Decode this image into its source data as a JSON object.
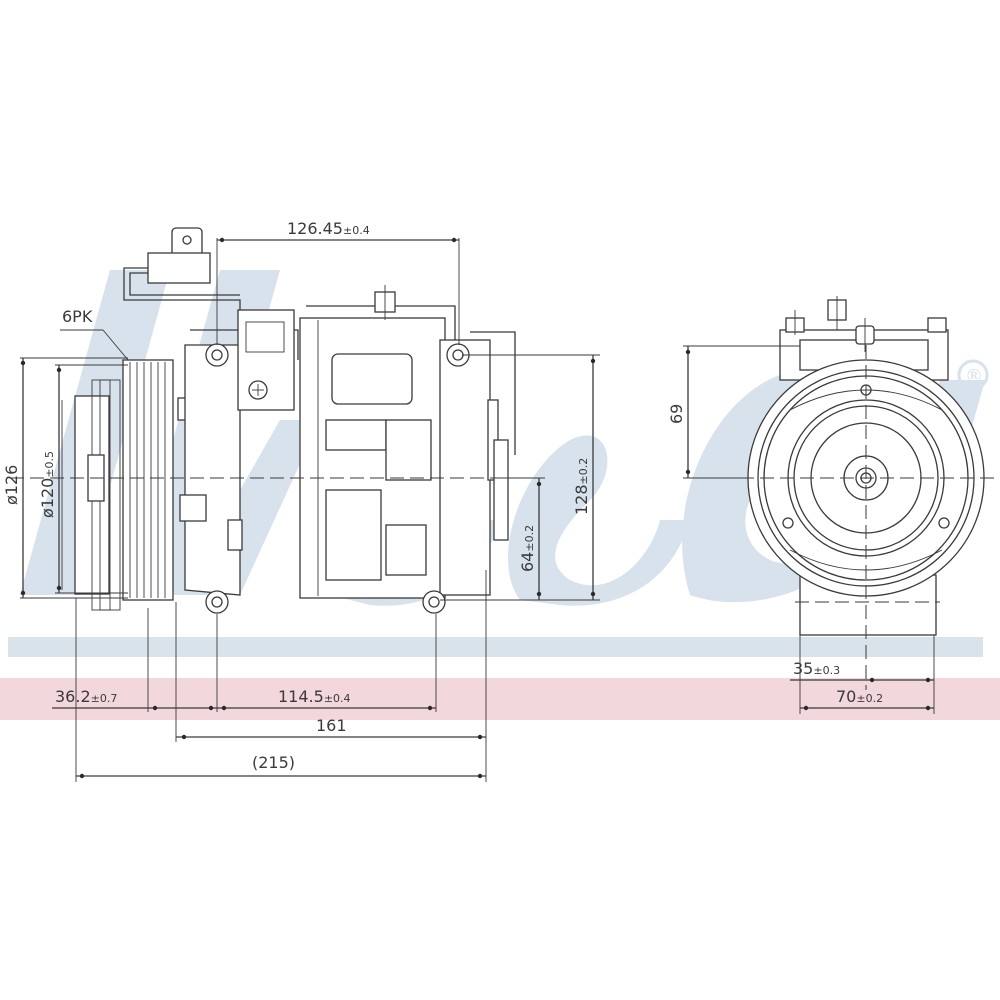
{
  "drawing": {
    "subject": "A/C compressor dimensional drawing",
    "watermark": {
      "text": "Nissens",
      "registered_mark": "®",
      "watermark_color": "#d8e2ec",
      "stripe_blue": "#d9e3ec",
      "stripe_red": "#f2d7dd"
    },
    "labels": {
      "belt_profile": "6PK"
    },
    "side_view": {
      "dimensions": {
        "top_length": {
          "value": "126.45",
          "tol": "±0.4"
        },
        "outer_diameter": {
          "value": "ø126",
          "tol": ""
        },
        "pulley_diameter": {
          "value": "ø120",
          "tol": "±0.5"
        },
        "overall_height": {
          "value": "128",
          "tol": "±0.2"
        },
        "axis_height": {
          "value": "64",
          "tol": "±0.2"
        },
        "pulley_offset": {
          "value": "36.2",
          "tol": "±0.7"
        },
        "mount_spacing": {
          "value": "114.5",
          "tol": "±0.4"
        },
        "body_length": {
          "value": "161",
          "tol": ""
        },
        "overall_length": {
          "value": "(215)",
          "tol": ""
        }
      }
    },
    "front_view": {
      "dimensions": {
        "top_to_axis": {
          "value": "69",
          "tol": ""
        },
        "half_width": {
          "value": "35",
          "tol": "±0.3"
        },
        "mount_width": {
          "value": "70",
          "tol": "±0.2"
        }
      }
    }
  }
}
